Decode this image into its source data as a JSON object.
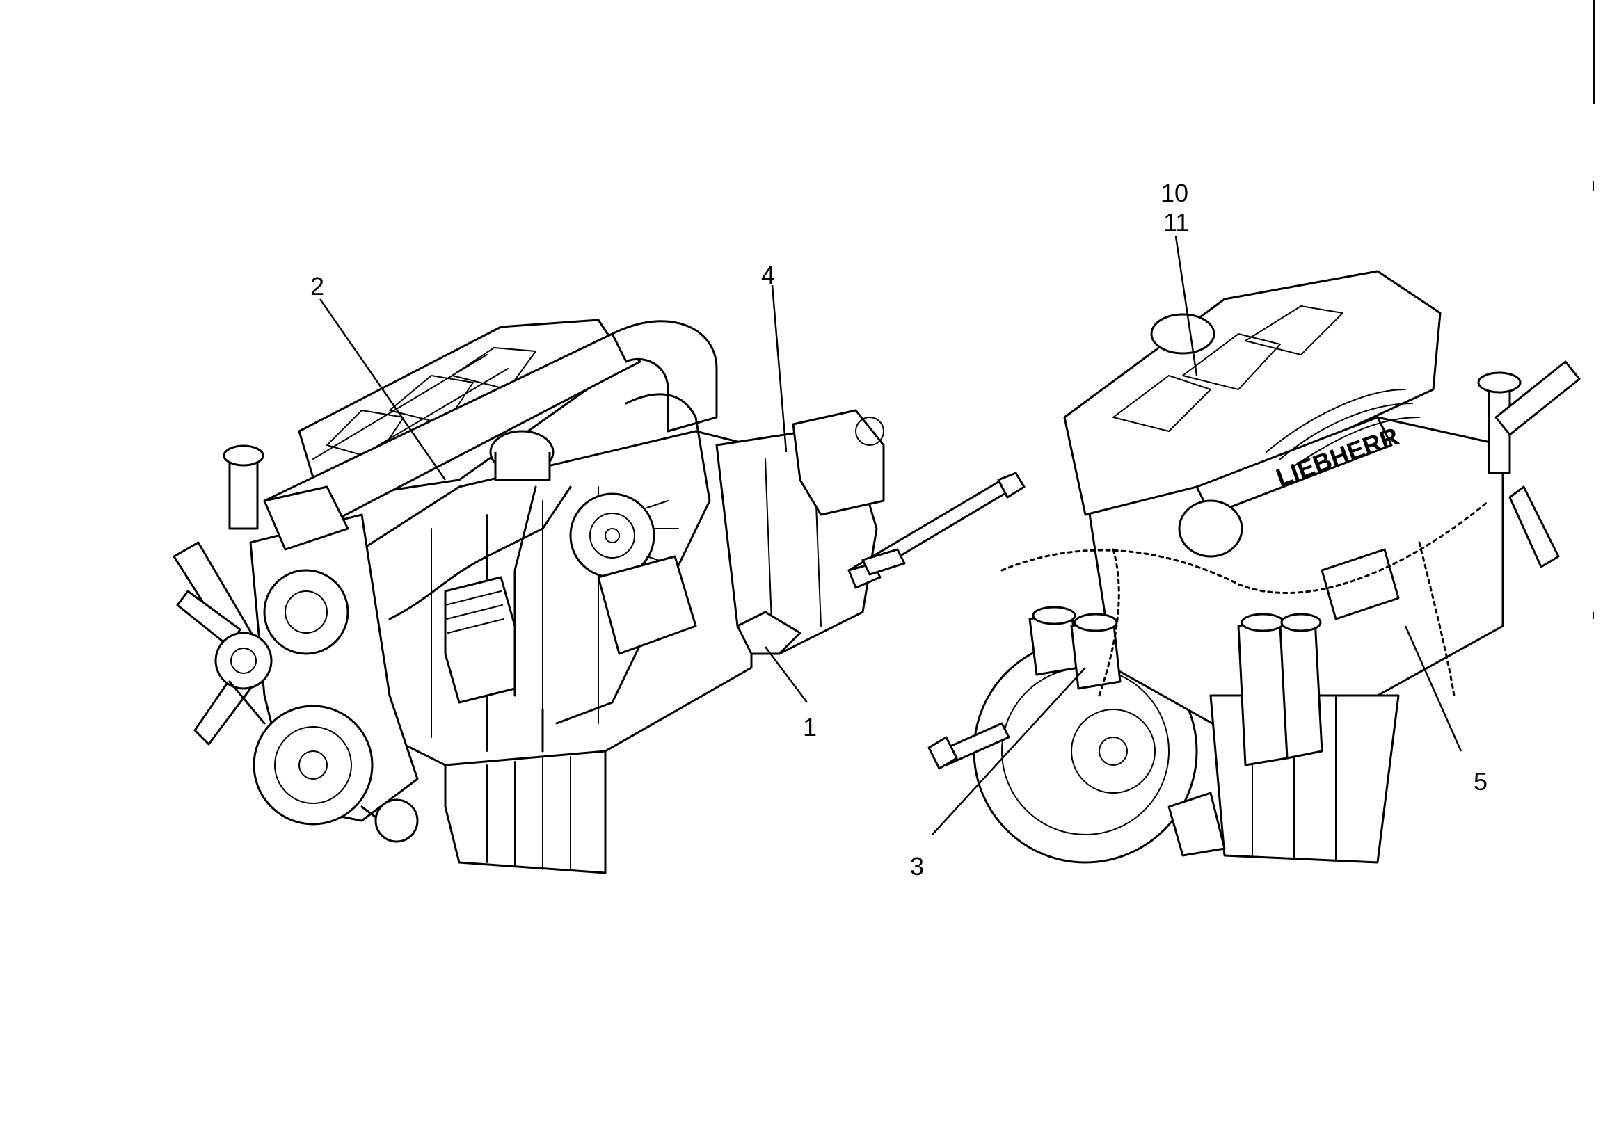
{
  "diagram": {
    "labels": [
      "1",
      "2",
      "3",
      "4",
      "5",
      "10",
      "11"
    ],
    "nameplate": "LIEBHERR"
  }
}
